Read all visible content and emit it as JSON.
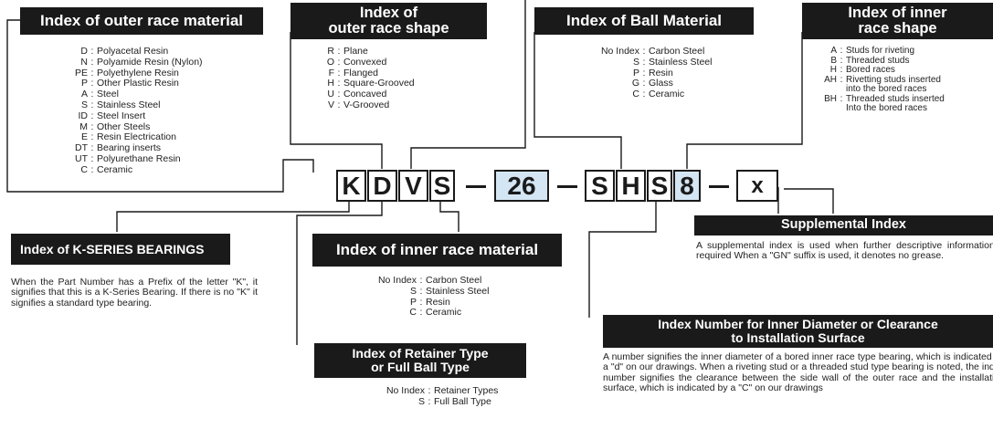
{
  "part_number": {
    "chars": [
      "K",
      "D",
      "V",
      "S",
      "26",
      "S",
      "H",
      "S",
      "8",
      "x"
    ],
    "dash": "—"
  },
  "outer_race_material": {
    "title": "Index of outer race material",
    "items": [
      {
        "code": "D",
        "desc": "Polyacetal Resin"
      },
      {
        "code": "N",
        "desc": "Polyamide Resin (Nylon)"
      },
      {
        "code": "PE",
        "desc": "Polyethylene Resin"
      },
      {
        "code": "P",
        "desc": "Other Plastic Resin"
      },
      {
        "code": "A",
        "desc": "Steel"
      },
      {
        "code": "S",
        "desc": "Stainless Steel"
      },
      {
        "code": "ID",
        "desc": "Steel Insert"
      },
      {
        "code": "M",
        "desc": "Other Steels"
      },
      {
        "code": "E",
        "desc": "Resin Electrication"
      },
      {
        "code": "DT",
        "desc": "Bearing inserts"
      },
      {
        "code": "UT",
        "desc": "Polyurethane Resin"
      },
      {
        "code": "C",
        "desc": "Ceramic"
      }
    ]
  },
  "outer_race_shape": {
    "title_line1": "Index of",
    "title_line2": "outer race shape",
    "items": [
      {
        "code": "R",
        "desc": "Plane"
      },
      {
        "code": "O",
        "desc": "Convexed"
      },
      {
        "code": "F",
        "desc": "Flanged"
      },
      {
        "code": "H",
        "desc": "Square-Grooved"
      },
      {
        "code": "U",
        "desc": "Concaved"
      },
      {
        "code": "V",
        "desc": "V-Grooved"
      }
    ]
  },
  "ball_material": {
    "title": "Index of Ball Material",
    "items": [
      {
        "code": "No Index",
        "desc": "Carbon Steel"
      },
      {
        "code": "S",
        "desc": "Stainless Steel"
      },
      {
        "code": "P",
        "desc": "Resin"
      },
      {
        "code": "G",
        "desc": "Glass"
      },
      {
        "code": "C",
        "desc": "Ceramic"
      }
    ]
  },
  "inner_race_shape": {
    "title_line1": "Index of inner",
    "title_line2": "race shape",
    "items": [
      {
        "code": "A",
        "desc": "Studs for riveting"
      },
      {
        "code": "B",
        "desc": "Threaded studs"
      },
      {
        "code": "H",
        "desc": "Bored races"
      },
      {
        "code": "AH",
        "desc": "Rivetting studs inserted"
      },
      {
        "code": "",
        "desc": "into the bored races"
      },
      {
        "code": "BH",
        "desc": "Threaded studs inserted"
      },
      {
        "code": "",
        "desc": "Into the bored races"
      }
    ]
  },
  "k_series": {
    "title": "Index of K-SERIES BEARINGS",
    "text": "When the Part Number has a Prefix of the letter \"K\", it signifies that this is a K-Series Bearing. If there is no \"K\" it signifies a standard type bearing."
  },
  "inner_race_material": {
    "title": "Index of inner race material",
    "items": [
      {
        "code": "No Index",
        "desc": "Carbon Steel"
      },
      {
        "code": "S",
        "desc": "Stainless Steel"
      },
      {
        "code": "P",
        "desc": "Resin"
      },
      {
        "code": "C",
        "desc": "Ceramic"
      }
    ]
  },
  "retainer_type": {
    "title_line1": "Index of Retainer Type",
    "title_line2": "or Full Ball Type",
    "items": [
      {
        "code": "No Index",
        "desc": "Retainer Types"
      },
      {
        "code": "S",
        "desc": "Full Ball Type"
      }
    ]
  },
  "supplemental": {
    "title": "Supplemental Index",
    "text": "A supplemental index is used when further descriptive information is required When a \"GN\" suffix is used, it denotes no grease."
  },
  "inner_diameter": {
    "title_line1": "Index Number for Inner Diameter or Clearance",
    "title_line2": "to Installation Surface",
    "text": "A number signifies the inner diameter of a bored inner race type bearing, which is indicated by a \"d\" on our drawings. When a riveting stud or a threaded stud type bearing is noted, the index number signifies the clearance between the side wall of the outer race and the installation surface, which is indicated by a \"C\" on our drawings"
  }
}
